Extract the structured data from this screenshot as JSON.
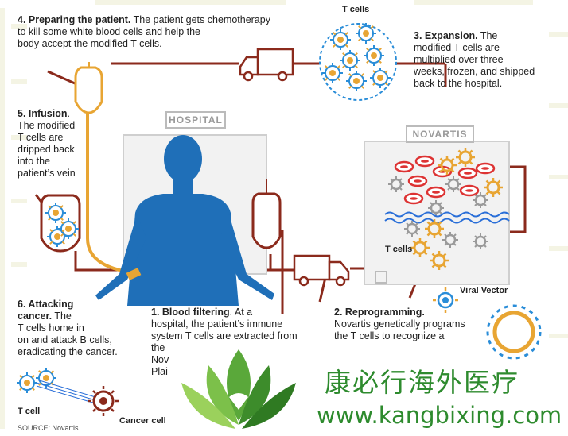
{
  "steps": {
    "s4": {
      "title": "4. Preparing the patient.",
      "lines": [
        " The patient gets chemotherapy",
        "to kill some white blood cells and help the",
        "body accept the modified T cells."
      ]
    },
    "s3": {
      "title": "3. Expansion.",
      "lines": [
        " The",
        "modified T cells are",
        "multiplied over three",
        "weeks, frozen, and shipped",
        "back to the hospital."
      ]
    },
    "s5": {
      "title": "5. Infusion",
      "lines": [
        ".",
        "The modified",
        "T cells are",
        "dripped back",
        " into the",
        "patient’s vein"
      ]
    },
    "s6": {
      "title": "6. Attacking",
      "title2": "cancer.",
      "lines": [
        " The",
        "T cells home in",
        "on and attack B cells,",
        " eradicating the cancer."
      ]
    },
    "s1": {
      "title": "1. Blood filtering",
      "lines": [
        ". At a",
        "hospital, the patient’s immune",
        "system T cells are extracted from",
        "the",
        "Nov",
        "Plai"
      ]
    },
    "s2": {
      "title": "2. Reprogramming.",
      "lines": [
        "Novartis genetically programs",
        "the T cells to recognize a"
      ]
    }
  },
  "labels": {
    "tcells_top": "T cells",
    "tcells_lab": "T cells",
    "viral_vector": "Viral Vector",
    "tcell": "T cell",
    "cancer_cell": "Cancer cell",
    "hospital": "HOSPITAL",
    "novartis": "NOVARTIS",
    "source": "SOURCE: Novartis"
  },
  "brand": {
    "name_cn": "康必行海外医疗",
    "url": "www.kangbixing.com"
  },
  "colors": {
    "body": "#1f6fb8",
    "tube": "#e8a533",
    "line": "#8b2a1c",
    "brand": "#2e8b2e",
    "tcell": "#2a8dd8",
    "orange": "#e8a533"
  }
}
